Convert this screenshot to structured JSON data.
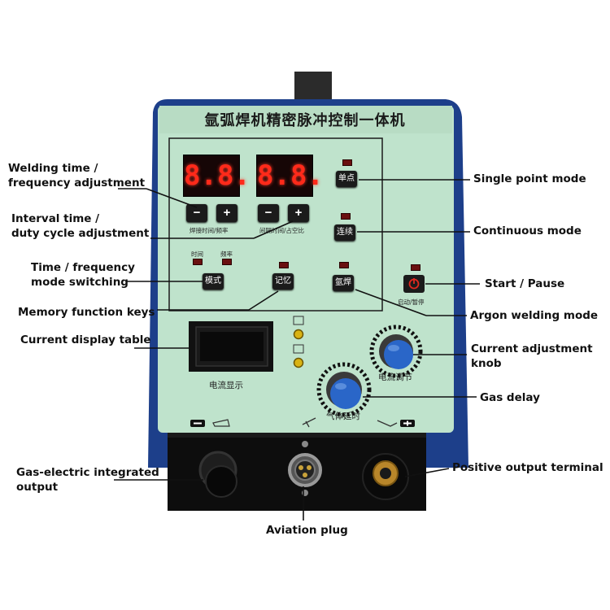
{
  "panel": {
    "title": "氩弧焊机精密脉冲控制一体机",
    "display_left_value": "8.8.",
    "display_right_value": "8.8.",
    "label_weld_time_freq": "焊接时间/频率",
    "label_interval_duty": "间隔时间/占空比",
    "label_time": "时间",
    "label_freq": "频率",
    "btn_minus": "−",
    "btn_plus": "+",
    "btn_mode": "模式",
    "btn_memory": "记忆",
    "btn_argon": "氩焊",
    "btn_single": "单点",
    "btn_continuous": "连续",
    "label_start_pause": "启动/暂停",
    "label_current_display": "电流显示",
    "label_current_adjust": "电流调节",
    "label_gas_delay": "气体延时",
    "label_minus_terminal": "−",
    "label_plus_terminal": "+"
  },
  "callouts": {
    "welding_time": [
      "Welding time /",
      "frequency adjustment"
    ],
    "interval_time": [
      "Interval time /",
      "duty cycle adjustment"
    ],
    "mode_switching": [
      "Time / frequency",
      "mode switching"
    ],
    "memory_keys": "Memory function keys",
    "current_display": "Current display table",
    "gas_electric": [
      "Gas-electric integrated",
      "output"
    ],
    "aviation_plug": "Aviation plug",
    "single_point": "Single point mode",
    "continuous": "Continuous mode",
    "start_pause": "Start / Pause",
    "argon_mode": "Argon welding mode",
    "current_knob": [
      "Current adjustment",
      "knob"
    ],
    "gas_delay": "Gas delay",
    "positive_terminal": "Positive output terminal"
  },
  "colors": {
    "panel_face": "#bfe3cc",
    "casing": "#1d3f8a",
    "led_digits": "#ff2a1a",
    "knob_blue": "#2a66c8",
    "power_button": "#c8201a"
  },
  "icons": [
    "power-icon",
    "torch-icon",
    "ground-clamp-icon",
    "pedal-icon"
  ]
}
